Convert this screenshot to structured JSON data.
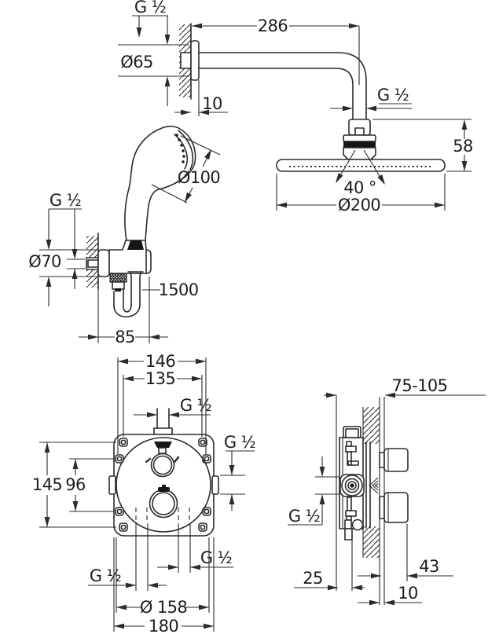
{
  "style": {
    "background": "#ffffff",
    "line_color": "#2b2b2b",
    "text_color": "#1d1d1d"
  },
  "labels": {
    "arm": {
      "thread": "G ¹⁄₂",
      "flange_diameter": "Ø65",
      "length": "286",
      "wall_offset": "10"
    },
    "head": {
      "thread": "G ¹⁄₂",
      "height": "58",
      "spray_angle": "40 °",
      "diameter": "Ø200"
    },
    "hand": {
      "diameter": "Ø100",
      "thread": "G ¹⁄₂",
      "flange_diameter": "Ø70",
      "hose_length": "1500",
      "projection": "85"
    },
    "front": {
      "width_outer": "146",
      "width_inner": "135",
      "thread_top": "G ¹⁄₂",
      "thread_right": "G ¹⁄₂",
      "height_outer": "145",
      "height_inner": "96",
      "thread_bottom_left": "G ¹⁄₂",
      "thread_bottom_right": "G ¹⁄₂",
      "rosette_diameter": "Ø 158",
      "plate_width": "180"
    },
    "side": {
      "depth_range": "75-105",
      "thread": "G ¹⁄₂",
      "front_depth": "25",
      "handle_depth": "43",
      "wall_plate": "10"
    }
  }
}
